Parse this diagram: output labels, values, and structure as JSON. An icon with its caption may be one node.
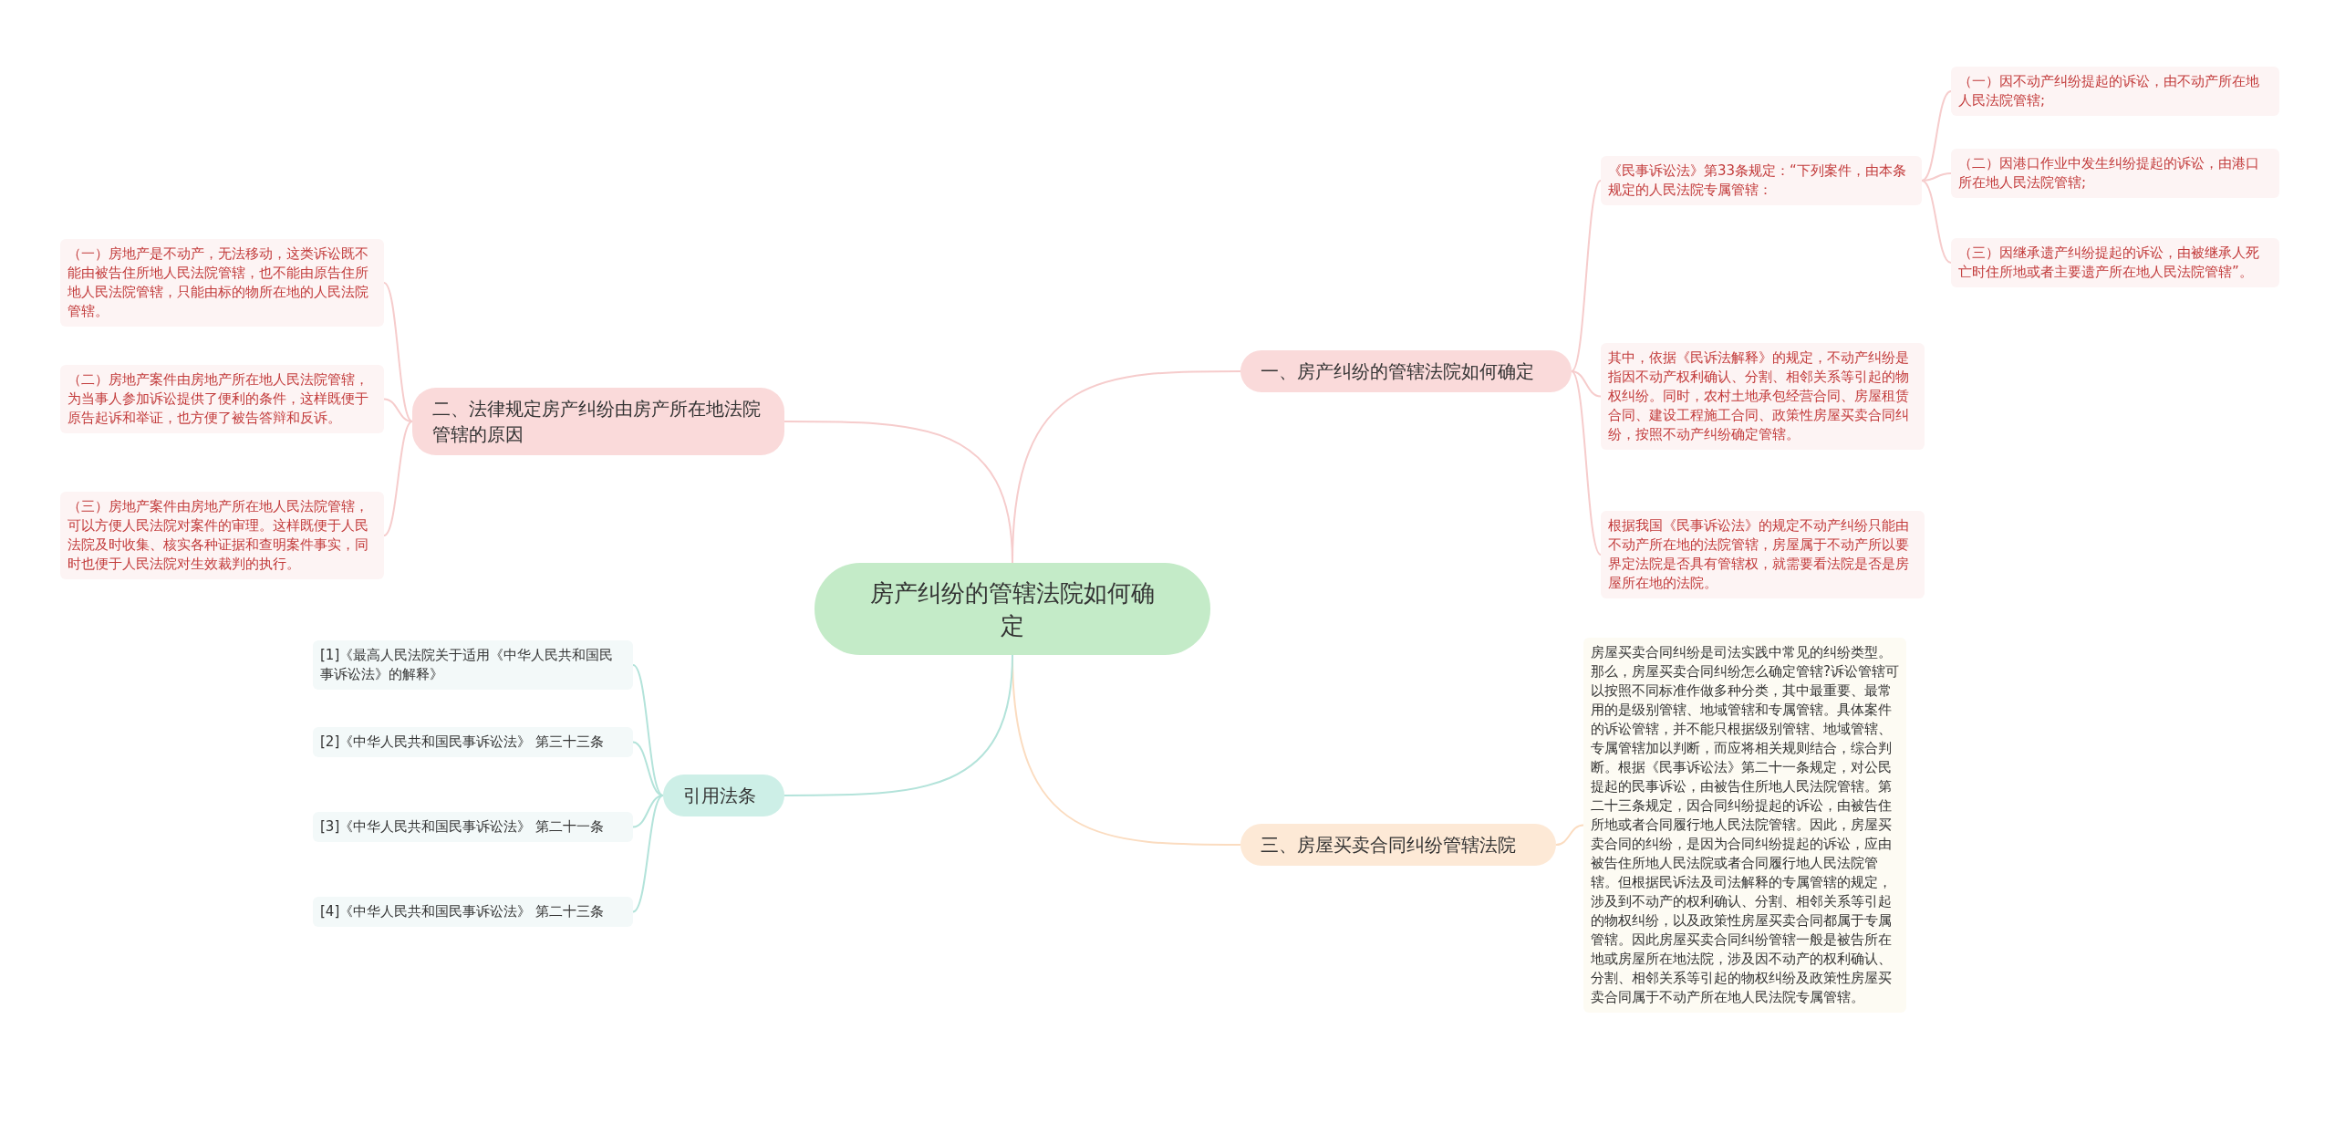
{
  "diagram": {
    "nodes": [
      {
        "text": [
          "房产纠纷的管辖法院如何确定"
        ]
      },
      {
        "text": [
          "一、房产纠纷的管辖法院如何确定"
        ]
      },
      {
        "text": [
          "《民事诉讼法》第33条规定：“下列案件，由本条规定的人民法院专属管辖："
        ]
      },
      {
        "text": [
          "（一）因不动产纠纷提起的诉讼，由不动产所在地人民法院管辖;"
        ]
      },
      {
        "text": [
          "（二）因港口作业中发生纠纷提起的诉讼，由港口所在地人民法院管辖;"
        ]
      },
      {
        "text": [
          "（三）因继承遗产纠纷提起的诉讼，由被继承人死亡时住所地或者主要遗产所在地人民法院管辖”。"
        ]
      },
      {
        "text": [
          "其中，依据《民诉法解释》的规定，不动产纠纷是指因不动产权利确认、分割、相邻关系等引起的物权纠纷。同时，农村土地承包经营合同、房屋租赁合同、建设工程施工合同、政策性房屋买卖合同纠纷，按照不动产纠纷确定管辖。"
        ]
      },
      {
        "text": [
          "根据我国《民事诉讼法》的规定不动产纠纷只能由不动产所在地的法院管辖，房屋属于不动产所以要界定法院是否具有管辖权，就需要看法院是否是房屋所在地的法院。"
        ]
      },
      {
        "text": [
          "二、法律规定房产纠纷由房产所在地法院管辖的原因"
        ]
      },
      {
        "text": [
          "（一）房地产是不动产，无法移动，这类诉讼既不能由被告住所地人民法院管辖，也不能由原告住所地人民法院管辖，只能由标的物所在地的人民法院管辖。"
        ]
      },
      {
        "text": [
          "（二）房地产案件由房地产所在地人民法院管辖，为当事人参加诉讼提供了便利的条件，这样既便于原告起诉和举证，也方便了被告答辩和反诉。"
        ]
      },
      {
        "text": [
          "（三）房地产案件由房地产所在地人民法院管辖，可以方便人民法院对案件的审理。这样既便于人民法院及时收集、核实各种证据和查明案件事实，同时也便于人民法院对生效裁判的执行。"
        ]
      },
      {
        "text": [
          "三、房屋买卖合同纠纷管辖法院"
        ]
      },
      {
        "text": [
          "房屋买卖合同纠纷是司法实践中常见的纠纷类型。那么，房屋买卖合同纠纷怎么确定管辖?诉讼管辖可以按照不同标准作做多种分类，其中最重要、最常用的是级别管辖、地域管辖和专属管辖。具体案件的诉讼管辖，并不能只根据级别管辖、地域管辖、专属管辖加以判断，而应将相关规则结合，综合判断。根据《民事诉讼法》第二十一条规定，对公民提起的民事诉讼，由被告住所地人民法院管辖。第二十三条规定，因合同纠纷提起的诉讼，由被告住所地或者合同履行地人民法院管辖。因此，房屋买卖合同的纠纷，是因为合同纠纷提起的诉讼，应由被告住所地人民法院或者合同履行地人民法院管辖。但根据民诉法及司法解释的专属管辖的规定，涉及到不动产的权利确认、分割、相邻关系等引起的物权纠纷，以及政策性房屋买卖合同都属于专属管辖。因此房屋买卖合同纠纷管辖一般是被告所在地或房屋所在地法院，涉及因不动产的权利确认、分割、相邻关系等引起的物权纠纷及政策性房屋买卖合同属于不动产所在地人民法院专属管辖。"
        ]
      },
      {
        "text": [
          "引用法条"
        ]
      },
      {
        "text": [
          "[1]《最高人民法院关于适用《中华人民共和国民事诉讼法》的解释》"
        ]
      },
      {
        "text": [
          "[2]《中华人民共和国民事诉讼法》 第三十三条"
        ]
      },
      {
        "text": [
          "[3]《中华人民共和国民事诉讼法》 第二十一条"
        ]
      },
      {
        "text": [
          "[4]《中华人民共和国民事诉讼法》 第二十三条"
        ]
      }
    ],
    "edges": [
      {
        "from": 0,
        "to": 1,
        "arrow": "none"
      },
      {
        "from": 1,
        "to": 2,
        "arrow": "none"
      },
      {
        "from": 2,
        "to": 3,
        "arrow": "none"
      },
      {
        "from": 2,
        "to": 4,
        "arrow": "none"
      },
      {
        "from": 2,
        "to": 5,
        "arrow": "none"
      },
      {
        "from": 1,
        "to": 6,
        "arrow": "none"
      },
      {
        "from": 1,
        "to": 7,
        "arrow": "none"
      },
      {
        "from": 0,
        "to": 8,
        "arrow": "none"
      },
      {
        "from": 8,
        "to": 9,
        "arrow": "none"
      },
      {
        "from": 8,
        "to": 10,
        "arrow": "none"
      },
      {
        "from": 8,
        "to": 11,
        "arrow": "none"
      },
      {
        "from": 0,
        "to": 12,
        "arrow": "none",
        "color": "#fbdcc0"
      },
      {
        "from": 12,
        "to": 13,
        "arrow": "none",
        "color": "#fbdcc0"
      },
      {
        "from": 0,
        "to": 14,
        "arrow": "none",
        "color": "#b3e3da"
      },
      {
        "from": 14,
        "to": 15,
        "arrow": "none",
        "color": "#b3e3da"
      },
      {
        "from": 14,
        "to": 16,
        "arrow": "none",
        "color": "#b3e3da"
      },
      {
        "from": 14,
        "to": 17,
        "arrow": "none",
        "color": "#b3e3da"
      },
      {
        "from": 14,
        "to": 18,
        "arrow": "none",
        "color": "#b3e3da"
      }
    ]
  }
}
